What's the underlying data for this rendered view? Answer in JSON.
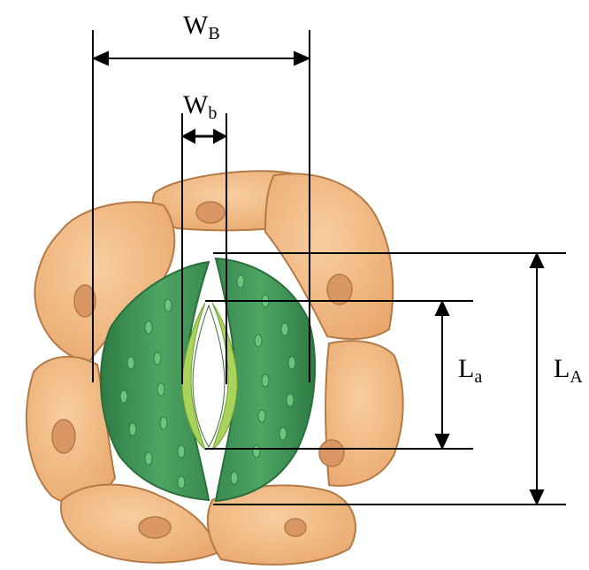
{
  "labels": {
    "WB": {
      "main": "W",
      "sub": "B"
    },
    "Wb": {
      "main": "W",
      "sub": "b"
    },
    "La": {
      "main": "L",
      "sub": "a"
    },
    "LA": {
      "main": "L",
      "sub": "A"
    }
  },
  "colors": {
    "epidermal_fill": "#efb57e",
    "epidermal_stroke": "#b37a47",
    "nucleus_fill": "#d99766",
    "guard_cell_fill": "#3f9656",
    "guard_cell_dark": "#2a6e3c",
    "chloroplast": "#6fc47d",
    "inner_wall": "#a9d35a",
    "pore": "#ffffff",
    "lines": "#000000"
  }
}
